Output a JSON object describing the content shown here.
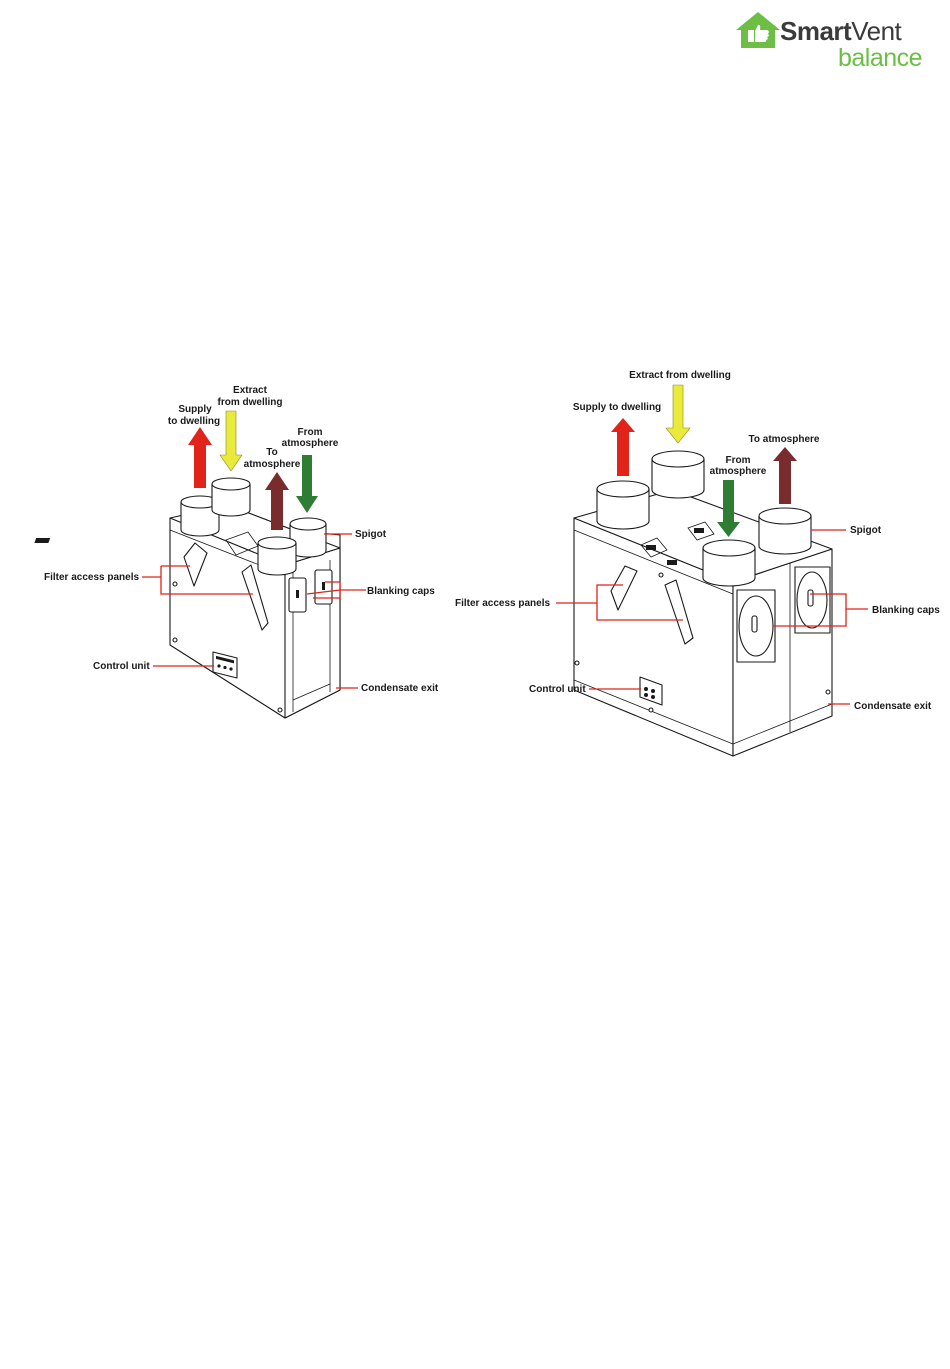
{
  "brand": {
    "name_bold": "Smart",
    "name_regular": "Vent",
    "sub": "balance",
    "colors": {
      "house_green": "#6cbe45",
      "text_dark": "#3a3a3a",
      "sub_green": "#6cbe45"
    }
  },
  "colors": {
    "supply_arrow": "#e2231a",
    "extract_arrow": "#eaea3b",
    "to_atmosphere_arrow": "#7a2b2b",
    "from_atmosphere_arrow": "#2e7d32",
    "leader_lines": "#e2231a"
  },
  "left_unit": {
    "supply": [
      "Supply",
      "to dwelling"
    ],
    "extract": [
      "Extract",
      "from dwelling"
    ],
    "to_atmosphere": [
      "To",
      "atmosphere"
    ],
    "from_atmosphere": [
      "From",
      "atmosphere"
    ],
    "spigot": "Spigot",
    "blanking_caps": "Blanking caps",
    "filter_access_panels": "Filter access panels",
    "control_unit": "Control unit",
    "condensate_exit": "Condensate exit"
  },
  "right_unit": {
    "supply": "Supply to dwelling",
    "extract": "Extract from dwelling",
    "to_atmosphere": "To atmosphere",
    "from_atmosphere": [
      "From",
      "atmosphere"
    ],
    "spigot": "Spigot",
    "blanking_caps": "Blanking caps",
    "filter_access_panels": "Filter access panels",
    "control_unit": "Control unit",
    "condensate_exit": "Condensate exit"
  }
}
